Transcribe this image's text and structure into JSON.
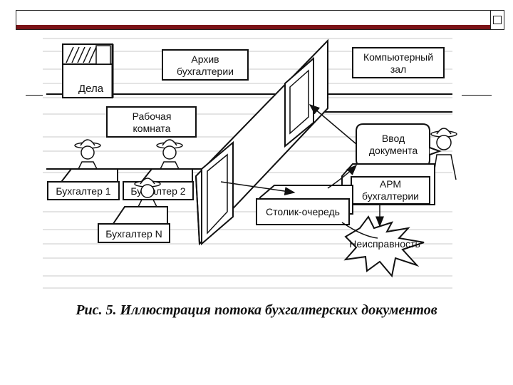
{
  "labels": {
    "dela": "Дела",
    "archive_line1": "Архив",
    "archive_line2": "бухгалтерии",
    "computer_room_line1": "Компьютерный",
    "computer_room_line2": "зал",
    "work_room_line1": "Рабочая",
    "work_room_line2": "комната",
    "accountant1": "Бухгалтер 1",
    "accountant2": "Бухгалтер 2",
    "accountantN": "Бухгалтер N",
    "doc_entry_line1": "Ввод",
    "doc_entry_line2": "документа",
    "arm_line1": "АРМ",
    "arm_line2": "бухгалтерии",
    "queue_table": "Столик-очередь",
    "malfunction": "Неисправность"
  },
  "caption": "Рис. 5. Иллюстрация потока бухгалтерских документов",
  "colors": {
    "accent_strip": "#7b1418",
    "line": "#111111",
    "background": "#ffffff"
  }
}
